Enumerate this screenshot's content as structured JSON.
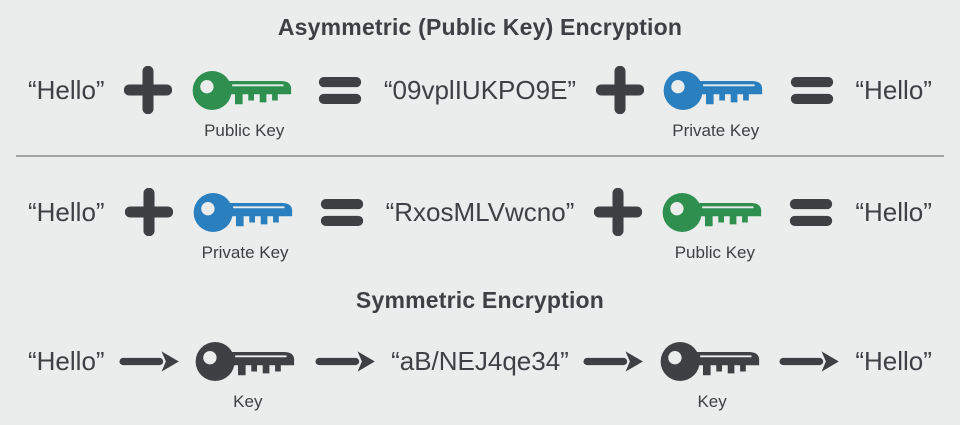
{
  "colors": {
    "background": "#ebedec",
    "charcoal": "#3d4144",
    "green": "#2e8f4f",
    "blue": "#2a7fbe",
    "divider": "#a3a3a3"
  },
  "icons": {
    "plus": "plus-icon (thick cross glyph)",
    "equals": "equals-icon (two thick bars)",
    "arrow": "arrow-right-icon (thick shaft with chevron head)",
    "key": "key-icon (round head key facing right)"
  },
  "asymmetric": {
    "title": "Asymmetric (Public Key) Encryption",
    "row1": {
      "plaintext_left": "“Hello”",
      "key1_label": "Public Key",
      "key1_color": "green",
      "ciphertext": "“09vplIUKPO9E”",
      "key2_label": "Private Key",
      "key2_color": "blue",
      "plaintext_right": "“Hello”"
    },
    "row2": {
      "plaintext_left": "“Hello”",
      "key1_label": "Private Key",
      "key1_color": "blue",
      "ciphertext": "“RxosMLVwcno”",
      "key2_label": "Public Key",
      "key2_color": "green",
      "plaintext_right": "“Hello”"
    }
  },
  "symmetric": {
    "title": "Symmetric Encryption",
    "row": {
      "plaintext_left": "“Hello”",
      "key1_label": "Key",
      "key1_color": "charcoal",
      "ciphertext": "“aB/NEJ4qe34”",
      "key2_label": "Key",
      "key2_color": "charcoal",
      "plaintext_right": "“Hello”"
    }
  }
}
